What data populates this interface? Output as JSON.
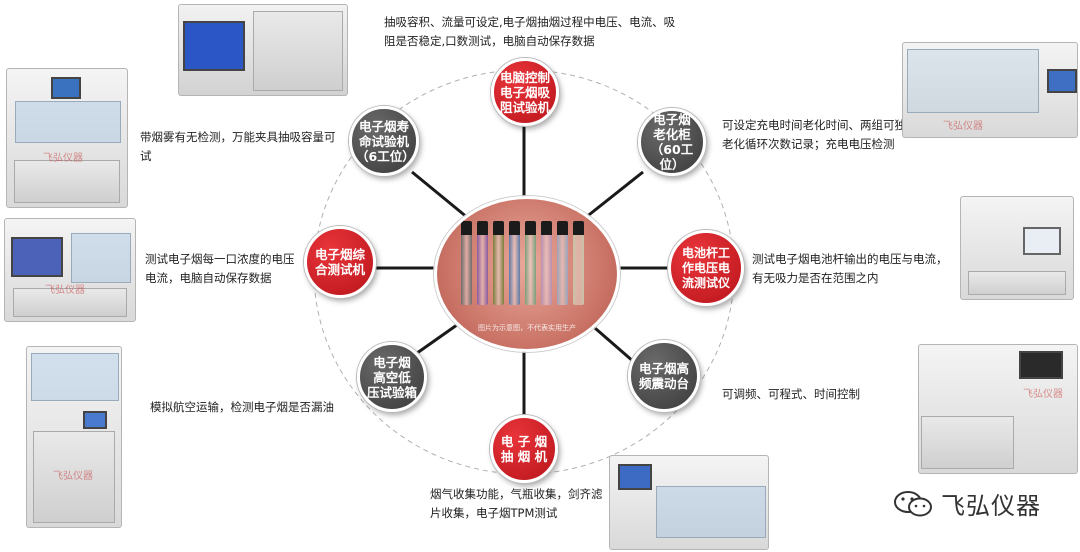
{
  "nodes": {
    "pc_smoking": "电脑控制\n电子烟吸\n阻试验机",
    "aging": "电子烟\n老化柜\n（60工位）",
    "battery": "电池杆工\n作电压电\n流测试仪",
    "vibration": "电子烟高\n频震动台",
    "smoking_machine": "电 子 烟\n抽 烟 机",
    "low_pressure": "电子烟\n高空低\n压试验箱",
    "comprehensive": "电子烟综\n合测试机",
    "lifetime": "电子烟寿\n命试验机\n（6工位）"
  },
  "descriptions": {
    "pc_smoking": "抽吸容积、流量可设定,电子烟抽烟过程中电压、电流、吸阻是否稳定,口数测试，电脑自动保存数据",
    "aging": "可设定充电时间老化时间、两组可独立控制；老化循环次数记录；充电电压检测",
    "battery": "测试电子烟电池杆输出的电压与电流，有无吸力是否在范围之内",
    "vibration": "可调频、可程式、时间控制",
    "smoking_machine": "烟气收集功能，气瓶收集，剑齐滤片收集，电子烟TPM测试",
    "low_pressure": "模拟航空运输，检测电子烟是否漏油",
    "comprehensive": "测试电子烟每一口浓度的电压电流，电脑自动保存数据",
    "lifetime": "带烟雾有无检测，万能夹具抽吸容量可试"
  },
  "center_caption": "图片为示意图，不代表实用生产",
  "watermark": "飞弘仪器",
  "logo_text": "飞弘仪器",
  "colors": {
    "red": "#c8161d",
    "gray": "#4a4a4a",
    "line": "#1a1a1a"
  },
  "stick_colors": [
    "#6d6d6d",
    "#8a5aa0",
    "#7a7f3a",
    "#5c7aa8",
    "#7aa07a",
    "#b78fb0",
    "#9aa3b8",
    "#c9c3a8"
  ]
}
